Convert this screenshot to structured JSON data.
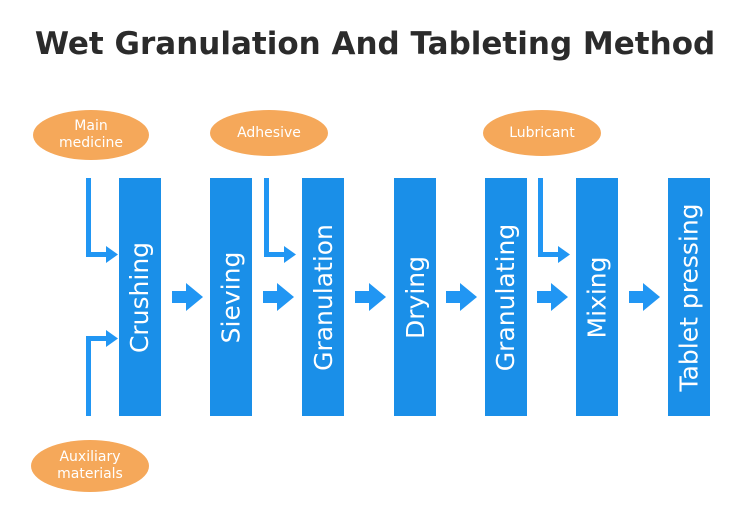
{
  "title": "Wet Granulation And Tableting Method",
  "inputs": {
    "main_medicine": "Main\nmedicine",
    "auxiliary_materials": "Auxiliary\nmaterials",
    "adhesive": "Adhesive",
    "lubricant": "Lubricant"
  },
  "steps": [
    {
      "label": "Crushing"
    },
    {
      "label": "Sieving"
    },
    {
      "label": "Granulation"
    },
    {
      "label": "Drying"
    },
    {
      "label": "Granulating"
    },
    {
      "label": "Mixing"
    },
    {
      "label": "Tablet pressing"
    }
  ],
  "colors": {
    "step_fill": "#1a8fe8",
    "arrow": "#2196f3",
    "input_fill": "#f5a85a",
    "title": "#2b2b2b"
  }
}
